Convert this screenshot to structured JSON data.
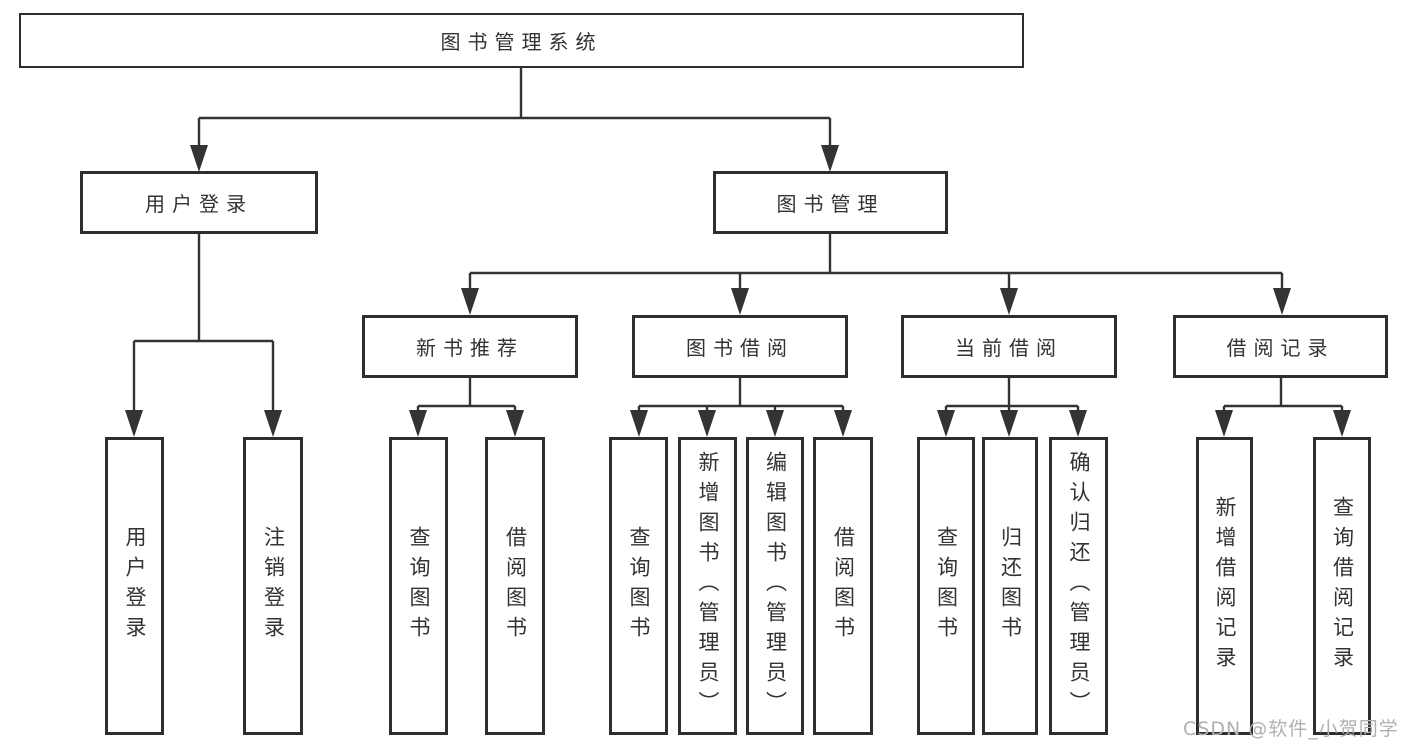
{
  "diagram": {
    "root": {
      "label": "图书管理系统"
    },
    "level2": [
      {
        "label": "用户登录",
        "children": [
          {
            "label": "用户登录"
          },
          {
            "label": "注销登录"
          }
        ]
      },
      {
        "label": "图书管理",
        "children": [
          {
            "label": "新书推荐",
            "children": [
              {
                "label": "查询图书"
              },
              {
                "label": "借阅图书"
              }
            ]
          },
          {
            "label": "图书借阅",
            "children": [
              {
                "label": "查询图书"
              },
              {
                "label": "新增图书（管理员）"
              },
              {
                "label": "编辑图书（管理员）"
              },
              {
                "label": "借阅图书"
              }
            ]
          },
          {
            "label": "当前借阅",
            "children": [
              {
                "label": "查询图书"
              },
              {
                "label": "归还图书"
              },
              {
                "label": "确认归还（管理员）"
              }
            ]
          },
          {
            "label": "借阅记录",
            "children": [
              {
                "label": "新增借阅记录"
              },
              {
                "label": "查询借阅记录"
              }
            ]
          }
        ]
      }
    ]
  },
  "watermark": {
    "text": "CSDN @软件_小贺同学"
  },
  "colors": {
    "line": "#333333",
    "box_border": "#2e2e2e",
    "box_fill": "#ffffff",
    "text": "#333333",
    "watermark": "#b0b0b0",
    "background": "#ffffff"
  }
}
